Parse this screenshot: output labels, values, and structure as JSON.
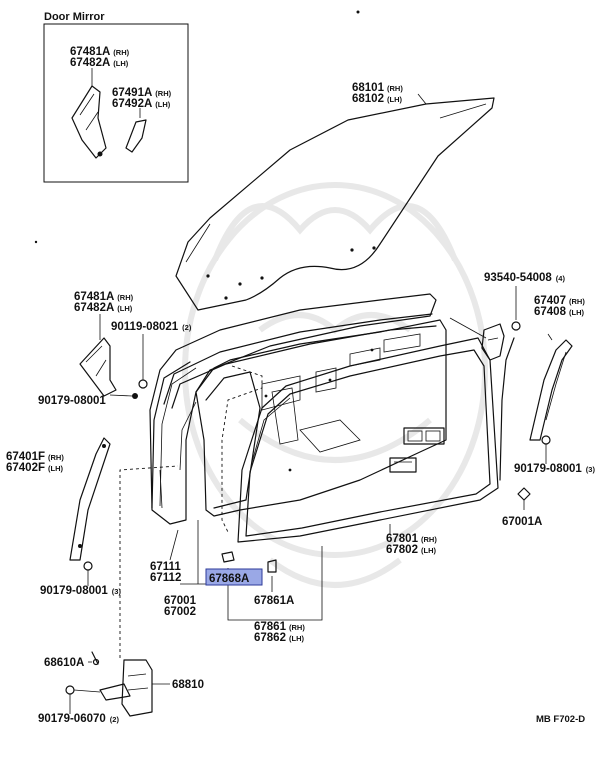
{
  "diagram": {
    "inset_title": "Door Mirror",
    "footer_code": "MB  F702-D",
    "highlighted_part": "67868A",
    "labels": [
      {
        "id": "inset-mirror-1",
        "code": "67481A",
        "suffix": "(RH)"
      },
      {
        "id": "inset-mirror-2",
        "code": "67482A",
        "suffix": "(LH)"
      },
      {
        "id": "inset-mirror-3",
        "code": "67491A",
        "suffix": "(RH)"
      },
      {
        "id": "inset-mirror-4",
        "code": "67492A",
        "suffix": "(LH)"
      },
      {
        "id": "glass-rh",
        "code": "68101",
        "suffix": "(RH)"
      },
      {
        "id": "glass-lh",
        "code": "68102",
        "suffix": "(LH)"
      },
      {
        "id": "cover-rh",
        "code": "67481A",
        "suffix": "(RH)"
      },
      {
        "id": "cover-lh",
        "code": "67482A",
        "suffix": "(LH)"
      },
      {
        "id": "bolt-1",
        "code": "90119-08021",
        "suffix": "(2)"
      },
      {
        "id": "clip-1",
        "code": "90179-08001",
        "suffix": ""
      },
      {
        "id": "screw-1",
        "code": "93540-54008",
        "suffix": "(4)"
      },
      {
        "id": "weather-rh",
        "code": "67407",
        "suffix": "(RH)"
      },
      {
        "id": "weather-lh",
        "code": "67408",
        "suffix": "(LH)"
      },
      {
        "id": "frame-rh",
        "code": "67401F",
        "suffix": "(RH)"
      },
      {
        "id": "frame-lh",
        "code": "67402F",
        "suffix": "(LH)"
      },
      {
        "id": "clip-3",
        "code": "90179-08001",
        "suffix": "(3)"
      },
      {
        "id": "clip-2",
        "code": "90179-08001",
        "suffix": "(3)"
      },
      {
        "id": "clip-a",
        "code": "67001A",
        "suffix": ""
      },
      {
        "id": "panel-rh",
        "code": "67801",
        "suffix": "(RH)"
      },
      {
        "id": "panel-lh",
        "code": "67802",
        "suffix": "(LH)"
      },
      {
        "id": "seal-1",
        "code": "67111",
        "suffix": ""
      },
      {
        "id": "seal-2",
        "code": "67112",
        "suffix": ""
      },
      {
        "id": "door-1",
        "code": "67001",
        "suffix": ""
      },
      {
        "id": "door-2",
        "code": "67002",
        "suffix": ""
      },
      {
        "id": "clip-b",
        "code": "67861A",
        "suffix": ""
      },
      {
        "id": "trim-rh",
        "code": "67861",
        "suffix": "(RH)"
      },
      {
        "id": "trim-lh",
        "code": "67862",
        "suffix": "(LH)"
      },
      {
        "id": "pin",
        "code": "68610A",
        "suffix": ""
      },
      {
        "id": "hinge",
        "code": "68810",
        "suffix": ""
      },
      {
        "id": "clip-4",
        "code": "90179-06070",
        "suffix": "(2)"
      }
    ]
  }
}
